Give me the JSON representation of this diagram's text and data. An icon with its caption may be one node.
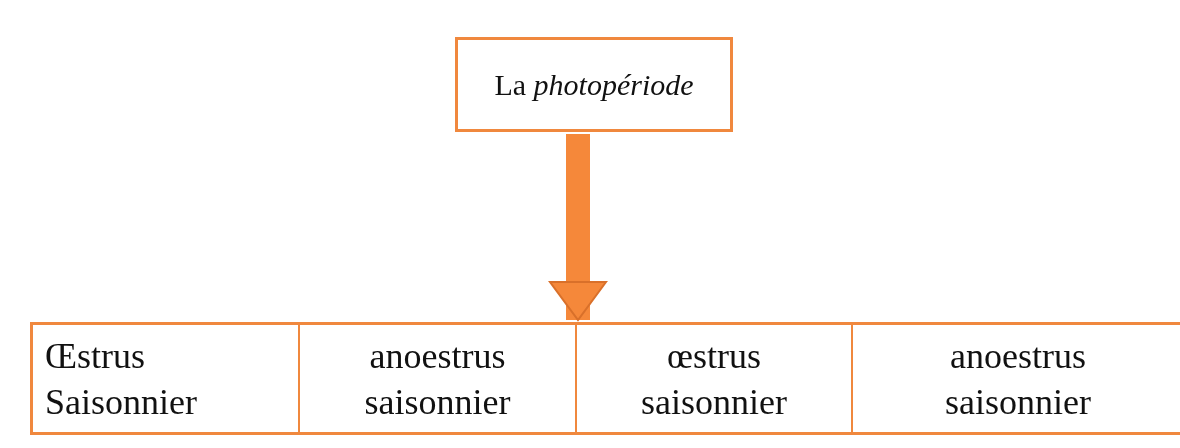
{
  "diagram": {
    "nodes": [
      {
        "text": [
          "La *photopériode*"
        ]
      },
      {
        "text": [],
        "shape": "box"
      },
      {
        "text": [
          "Œstrus Saisonnier"
        ],
        "in": 1
      },
      {
        "text": [
          "anoestrus saisonnier"
        ],
        "in": 1
      },
      {
        "text": [
          "œstrus saisonnier"
        ],
        "in": 1
      },
      {
        "text": [
          "anoestrus saisonnier"
        ],
        "in": 1
      }
    ],
    "edges": [
      {
        "from": 0,
        "to": 1,
        "arrow": "to"
      }
    ]
  }
}
